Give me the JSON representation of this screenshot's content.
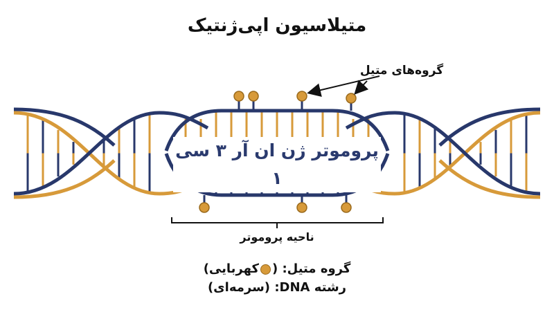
{
  "title": "متیلاسیون اپی‌ژنتیک",
  "methyl_groups_label": "گروه‌های متیل",
  "promoter_label": "پروموتر ژن ان آر ۳ سی ۱",
  "promoter_region_label": "ناحیه پروموتر",
  "legend": {
    "methyl_prefix": "گروه متیل: (",
    "methyl_color_name": "کهربایی)",
    "dna_prefix": "رشته DNA: ",
    "dna_color_name": "(سرمه‌ای)"
  },
  "colors": {
    "navy": "#28386b",
    "amber": "#d79a3a",
    "amber_dark": "#9a6a1c",
    "text": "#111111"
  }
}
